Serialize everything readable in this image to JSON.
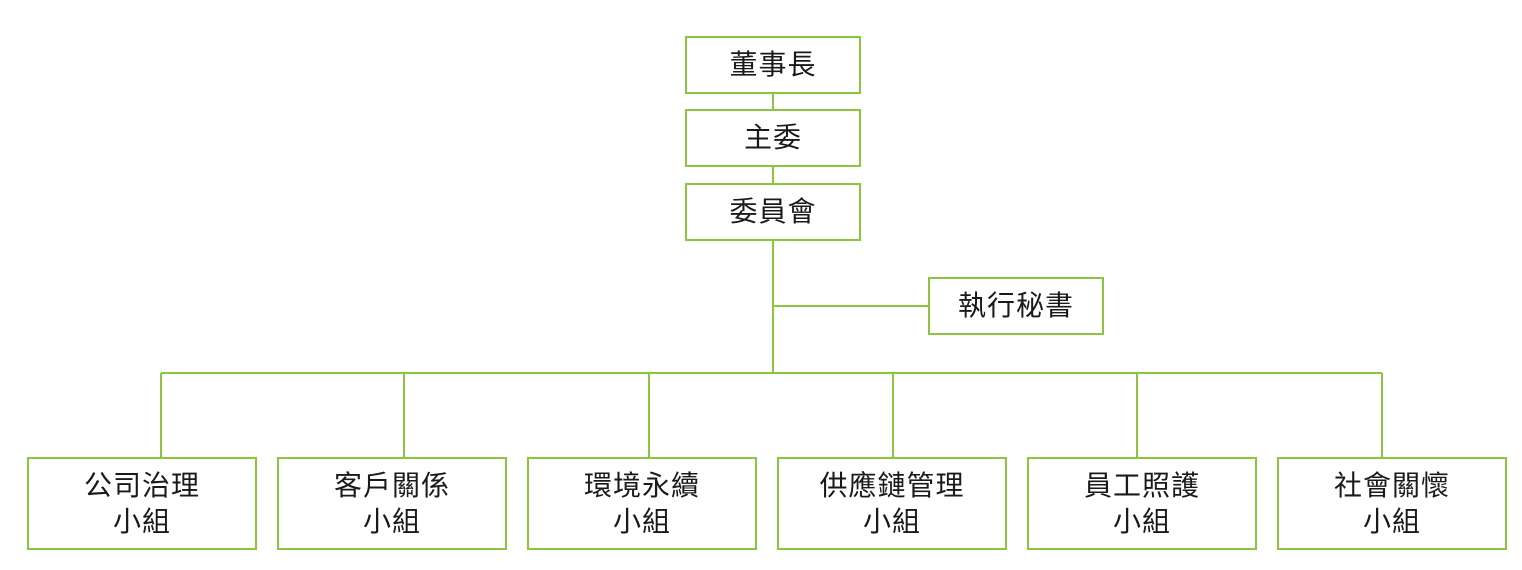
{
  "colors": {
    "border": "#8cc63f",
    "connector": "#8cc63f",
    "text": "#1a1a1a"
  },
  "org": {
    "chairman": "董事長",
    "chief_committee": "主委",
    "committee": "委員會",
    "executive_secretary": "執行秘書",
    "groups": [
      {
        "line1": "公司治理",
        "line2": "小組"
      },
      {
        "line1": "客戶關係",
        "line2": "小組"
      },
      {
        "line1": "環境永續",
        "line2": "小組"
      },
      {
        "line1": "供應鏈管理",
        "line2": "小組"
      },
      {
        "line1": "員工照護",
        "line2": "小組"
      },
      {
        "line1": "社會關懷",
        "line2": "小組"
      }
    ]
  }
}
